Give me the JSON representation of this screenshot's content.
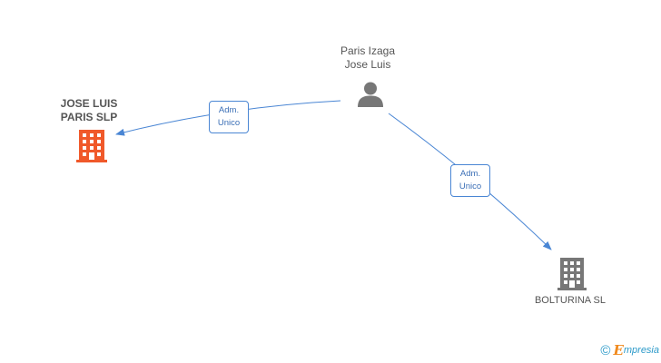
{
  "nodes": {
    "person": {
      "name_line1": "Paris Izaga",
      "name_line2": "Jose Luis",
      "icon": "person-icon"
    },
    "company_main": {
      "name_line1": "JOSE LUIS",
      "name_line2": "PARIS SLP",
      "icon": "building-icon",
      "color": "#f0592a"
    },
    "company_other": {
      "name": "BOLTURINA SL",
      "icon": "building-icon",
      "color": "#777777"
    }
  },
  "edges": [
    {
      "from": "person",
      "to": "company_main",
      "label_line1": "Adm.",
      "label_line2": "Unico"
    },
    {
      "from": "person",
      "to": "company_other",
      "label_line1": "Adm.",
      "label_line2": "Unico"
    }
  ],
  "colors": {
    "edge": "#4a86d4",
    "node_text": "#555555",
    "brand_blue": "#2c9ac9",
    "brand_orange": "#f08a1e"
  },
  "brand": {
    "copyright": "©",
    "logo_letter": "E",
    "name": "mpresia"
  }
}
